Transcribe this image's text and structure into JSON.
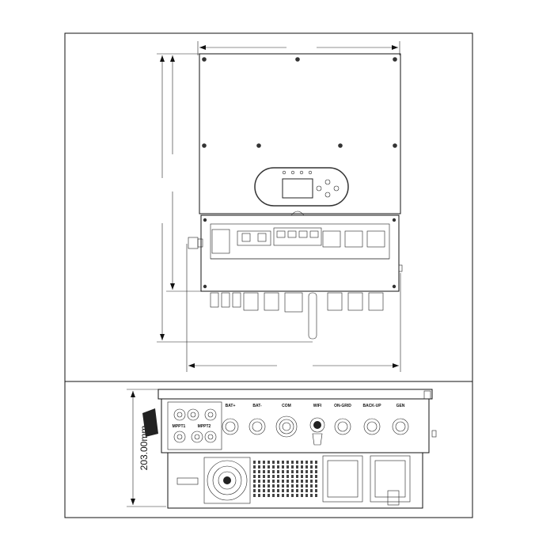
{
  "bottom_view": {
    "dimension_label": "203.00mm",
    "pv_inputs": [
      {
        "label": "MPPT1"
      },
      {
        "label": "MPPT2"
      }
    ],
    "ports": [
      {
        "label": "BAT+"
      },
      {
        "label": "BAT-"
      },
      {
        "label": "COM"
      },
      {
        "label": "WIFI"
      },
      {
        "label": "ON-GRID"
      },
      {
        "label": "BACK-UP"
      },
      {
        "label": "GEN"
      }
    ]
  },
  "colors": {
    "line": "#111111",
    "screen_frame": "#333333"
  }
}
